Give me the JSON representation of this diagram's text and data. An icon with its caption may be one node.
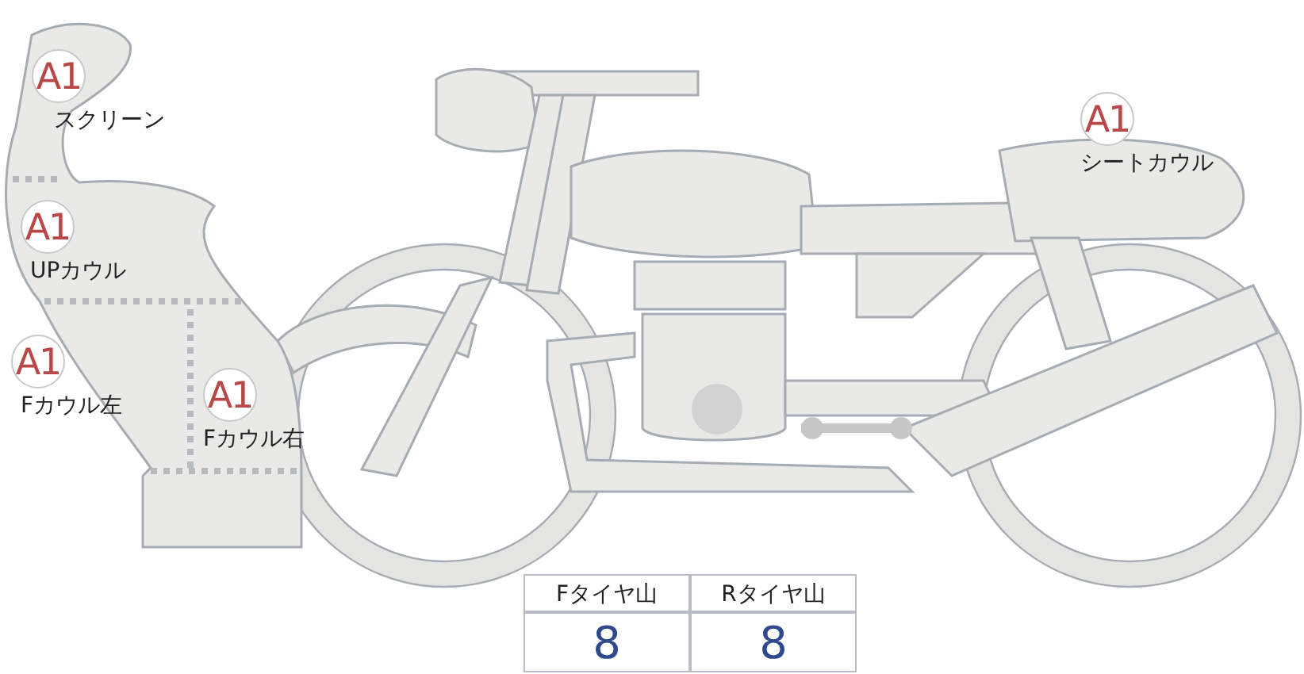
{
  "diagram": {
    "nodes": [
      {
        "text": [
          "A1"
        ],
        "beside": [
          "スクリーン"
        ]
      },
      {
        "text": [
          "A1"
        ],
        "beside": [
          "UPカウル"
        ]
      },
      {
        "text": [
          "A1"
        ],
        "beside": [
          "Fカウル左"
        ]
      },
      {
        "text": [
          "A1"
        ],
        "beside": [
          "Fカウル右"
        ]
      },
      {
        "text": [
          "A1"
        ],
        "beside": [
          "シートカウル"
        ]
      }
    ],
    "labels": [
      "Fタイヤ山",
      "Rタイヤ山",
      "8",
      "8"
    ]
  }
}
